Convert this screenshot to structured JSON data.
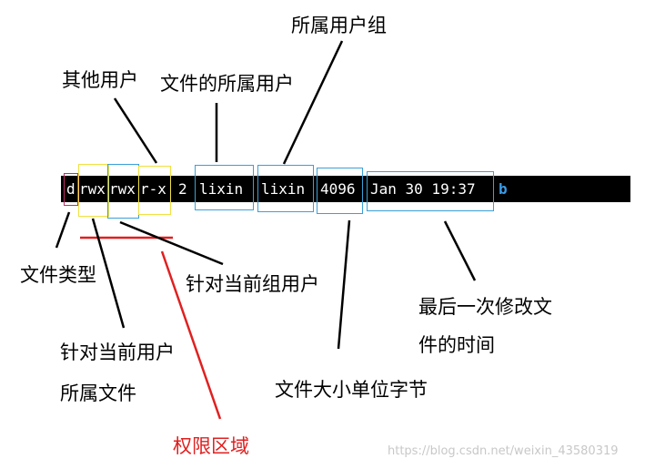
{
  "labels": {
    "group_owner": "所属用户组",
    "other_users": "其他用户",
    "file_owner": "文件的所属用户",
    "file_type": "文件类型",
    "group_perm": "针对当前组用户",
    "owner_perm_l1": "针对当前用户",
    "owner_perm_l2": "所属文件",
    "size": "文件大小单位字节",
    "mtime_l1": "最后一次修改文",
    "mtime_l2": "件的时间",
    "permission_area": "权限区域"
  },
  "line": {
    "type": "d",
    "owner_perm": "rwx",
    "group_perm": "rwx",
    "other_perm": "r-x",
    "links": "2",
    "owner": "lixin",
    "group": "lixin",
    "size": "4096",
    "date": "Jan 30 19:37",
    "name": "b"
  },
  "watermark": "https://blog.csdn.net/weixin_43580319",
  "colors": {
    "terminal_bg": "#000000",
    "text": "#ffffff",
    "filename": "#3a9be8",
    "box_type": "#c0306a",
    "box_yellow": "#f0e040",
    "box_blue": "#3aa0d8",
    "box_green": "#3cb060",
    "red": "#e02020"
  }
}
